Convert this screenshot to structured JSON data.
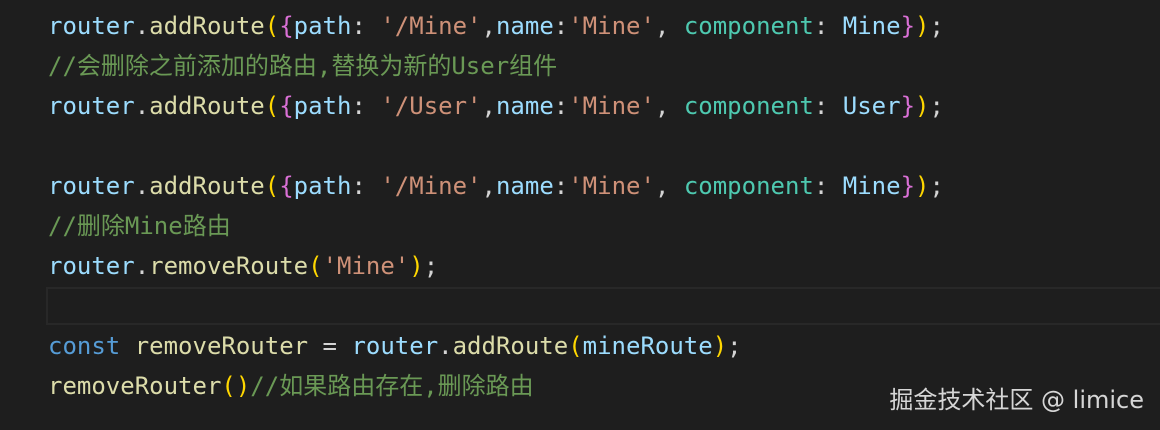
{
  "editor": {
    "lines": [
      {
        "tokens": [
          {
            "t": "router",
            "c": "var"
          },
          {
            "t": ".",
            "c": "p"
          },
          {
            "t": "addRoute",
            "c": "fn"
          },
          {
            "t": "(",
            "c": "b1"
          },
          {
            "t": "{",
            "c": "b2"
          },
          {
            "t": "path",
            "c": "var"
          },
          {
            "t": ": ",
            "c": "p"
          },
          {
            "t": "'/Mine'",
            "c": "str"
          },
          {
            "t": ",",
            "c": "p"
          },
          {
            "t": "name",
            "c": "var"
          },
          {
            "t": ":",
            "c": "p"
          },
          {
            "t": "'Mine'",
            "c": "str"
          },
          {
            "t": ", ",
            "c": "p"
          },
          {
            "t": "component",
            "c": "ty"
          },
          {
            "t": ": ",
            "c": "p"
          },
          {
            "t": "Mine",
            "c": "var"
          },
          {
            "t": "}",
            "c": "b2"
          },
          {
            "t": ")",
            "c": "b1"
          },
          {
            "t": ";",
            "c": "p"
          }
        ]
      },
      {
        "tokens": [
          {
            "t": "//会删除之前添加的路由,替换为新的User组件",
            "c": "comment"
          }
        ]
      },
      {
        "tokens": [
          {
            "t": "router",
            "c": "var"
          },
          {
            "t": ".",
            "c": "p"
          },
          {
            "t": "addRoute",
            "c": "fn"
          },
          {
            "t": "(",
            "c": "b1"
          },
          {
            "t": "{",
            "c": "b2"
          },
          {
            "t": "path",
            "c": "var"
          },
          {
            "t": ": ",
            "c": "p"
          },
          {
            "t": "'/User'",
            "c": "str"
          },
          {
            "t": ",",
            "c": "p"
          },
          {
            "t": "name",
            "c": "var"
          },
          {
            "t": ":",
            "c": "p"
          },
          {
            "t": "'Mine'",
            "c": "str"
          },
          {
            "t": ", ",
            "c": "p"
          },
          {
            "t": "component",
            "c": "ty"
          },
          {
            "t": ": ",
            "c": "p"
          },
          {
            "t": "User",
            "c": "var"
          },
          {
            "t": "}",
            "c": "b2"
          },
          {
            "t": ")",
            "c": "b1"
          },
          {
            "t": ";",
            "c": "p"
          }
        ]
      },
      {
        "tokens": []
      },
      {
        "tokens": [
          {
            "t": "router",
            "c": "var"
          },
          {
            "t": ".",
            "c": "p"
          },
          {
            "t": "addRoute",
            "c": "fn"
          },
          {
            "t": "(",
            "c": "b1"
          },
          {
            "t": "{",
            "c": "b2"
          },
          {
            "t": "path",
            "c": "var"
          },
          {
            "t": ": ",
            "c": "p"
          },
          {
            "t": "'/Mine'",
            "c": "str"
          },
          {
            "t": ",",
            "c": "p"
          },
          {
            "t": "name",
            "c": "var"
          },
          {
            "t": ":",
            "c": "p"
          },
          {
            "t": "'Mine'",
            "c": "str"
          },
          {
            "t": ", ",
            "c": "p"
          },
          {
            "t": "component",
            "c": "ty"
          },
          {
            "t": ": ",
            "c": "p"
          },
          {
            "t": "Mine",
            "c": "var"
          },
          {
            "t": "}",
            "c": "b2"
          },
          {
            "t": ")",
            "c": "b1"
          },
          {
            "t": ";",
            "c": "p"
          }
        ]
      },
      {
        "tokens": [
          {
            "t": "//删除Mine路由",
            "c": "comment"
          }
        ]
      },
      {
        "tokens": [
          {
            "t": "router",
            "c": "var"
          },
          {
            "t": ".",
            "c": "p"
          },
          {
            "t": "removeRoute",
            "c": "fn"
          },
          {
            "t": "(",
            "c": "b1"
          },
          {
            "t": "'Mine'",
            "c": "str"
          },
          {
            "t": ")",
            "c": "b1"
          },
          {
            "t": ";",
            "c": "p"
          }
        ]
      },
      {
        "tokens": [],
        "current": true
      },
      {
        "tokens": [
          {
            "t": "const",
            "c": "kw"
          },
          {
            "t": " ",
            "c": "p"
          },
          {
            "t": "removeRouter",
            "c": "fn"
          },
          {
            "t": " = ",
            "c": "p"
          },
          {
            "t": "router",
            "c": "var"
          },
          {
            "t": ".",
            "c": "p"
          },
          {
            "t": "addRoute",
            "c": "fn"
          },
          {
            "t": "(",
            "c": "b1"
          },
          {
            "t": "mineRoute",
            "c": "var"
          },
          {
            "t": ")",
            "c": "b1"
          },
          {
            "t": ";",
            "c": "p"
          }
        ]
      },
      {
        "tokens": [
          {
            "t": "removeRouter",
            "c": "fn"
          },
          {
            "t": "()",
            "c": "b1"
          },
          {
            "t": "//如果路由存在,删除路由",
            "c": "comment"
          }
        ]
      }
    ]
  },
  "watermark": {
    "text": "掘金技术社区 @ limice"
  },
  "colors": {
    "background": "#1e1e1e",
    "variable": "#9cdcfe",
    "function": "#dcdcaa",
    "string": "#ce9178",
    "comment": "#6a9955",
    "keyword": "#569cd6",
    "type": "#4ec9b0",
    "bracket_1": "#ffd700",
    "bracket_2": "#da70d6"
  }
}
